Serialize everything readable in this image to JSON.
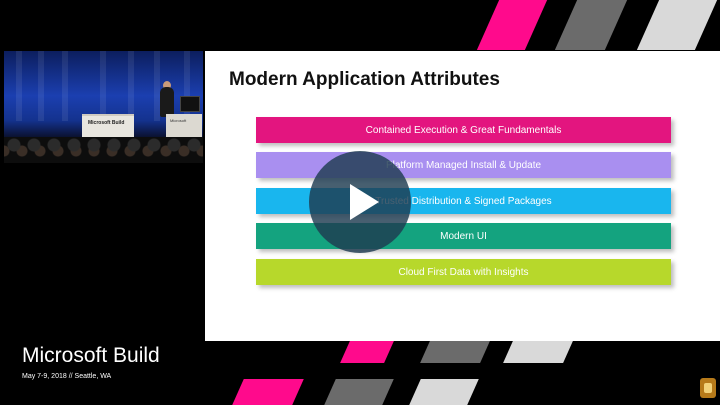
{
  "event": {
    "brand": "Microsoft Build",
    "date_location": "May 7-9, 2018 // Seattle, WA"
  },
  "camera": {
    "podium_label": "Microsoft Build",
    "podium_label_right": "Microsoft"
  },
  "slide": {
    "title": "Modern Application Attributes",
    "bars": [
      {
        "label": "Contained Execution & Great Fundamentals",
        "color": "#e3157f"
      },
      {
        "label": "Platform Managed Install & Update",
        "color": "#a98ff0"
      },
      {
        "label": "Trusted Distribution & Signed Packages",
        "color": "#19b6ee"
      },
      {
        "label": "Modern UI",
        "color": "#14a37f"
      },
      {
        "label": "Cloud First Data with Insights",
        "color": "#b7d82b"
      }
    ]
  },
  "player": {
    "play_icon": "play-icon"
  },
  "colors": {
    "stripe_magenta": "#ff0a8c",
    "stripe_gray": "#6b6b6b",
    "stripe_light": "#d9d9d9"
  }
}
